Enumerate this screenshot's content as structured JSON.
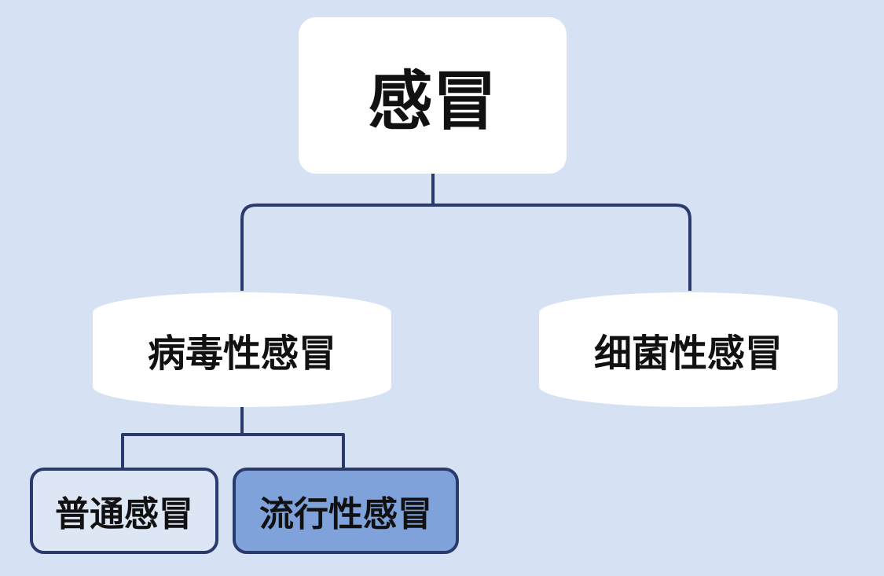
{
  "diagram": {
    "root": {
      "label": "感冒"
    },
    "children": [
      {
        "label": "病毒性感冒",
        "children": [
          {
            "label": "普通感冒"
          },
          {
            "label": "流行性感冒"
          }
        ]
      },
      {
        "label": "细菌性感冒"
      }
    ]
  },
  "colors": {
    "background": "#d6e1f3",
    "node_fill": "#ffffff",
    "connector": "#2b3a6d",
    "leaf_fill": "#dde6f5",
    "leaf_highlight_fill": "#80a2db",
    "text": "#111111"
  }
}
